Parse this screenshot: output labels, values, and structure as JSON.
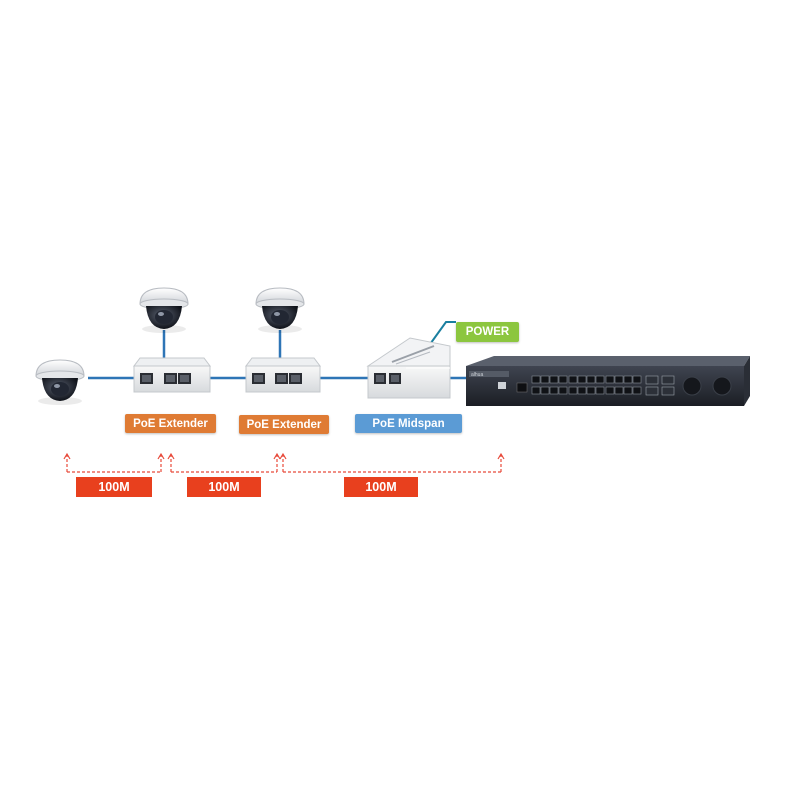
{
  "labels": {
    "extender_1": "PoE Extender",
    "extender_2": "PoE Extender",
    "midspan": "PoE Midspan",
    "power": "POWER"
  },
  "distances": [
    "100M",
    "100M",
    "100M"
  ],
  "colors": {
    "extender_label": "#df7b34",
    "midspan_label": "#5b9bd5",
    "power_label": "#8cc63f",
    "distance_label": "#e8401e",
    "distance_arrow": "#e84a3a",
    "cable": "#2e75b6",
    "power_cable": "#1a7fa0"
  }
}
